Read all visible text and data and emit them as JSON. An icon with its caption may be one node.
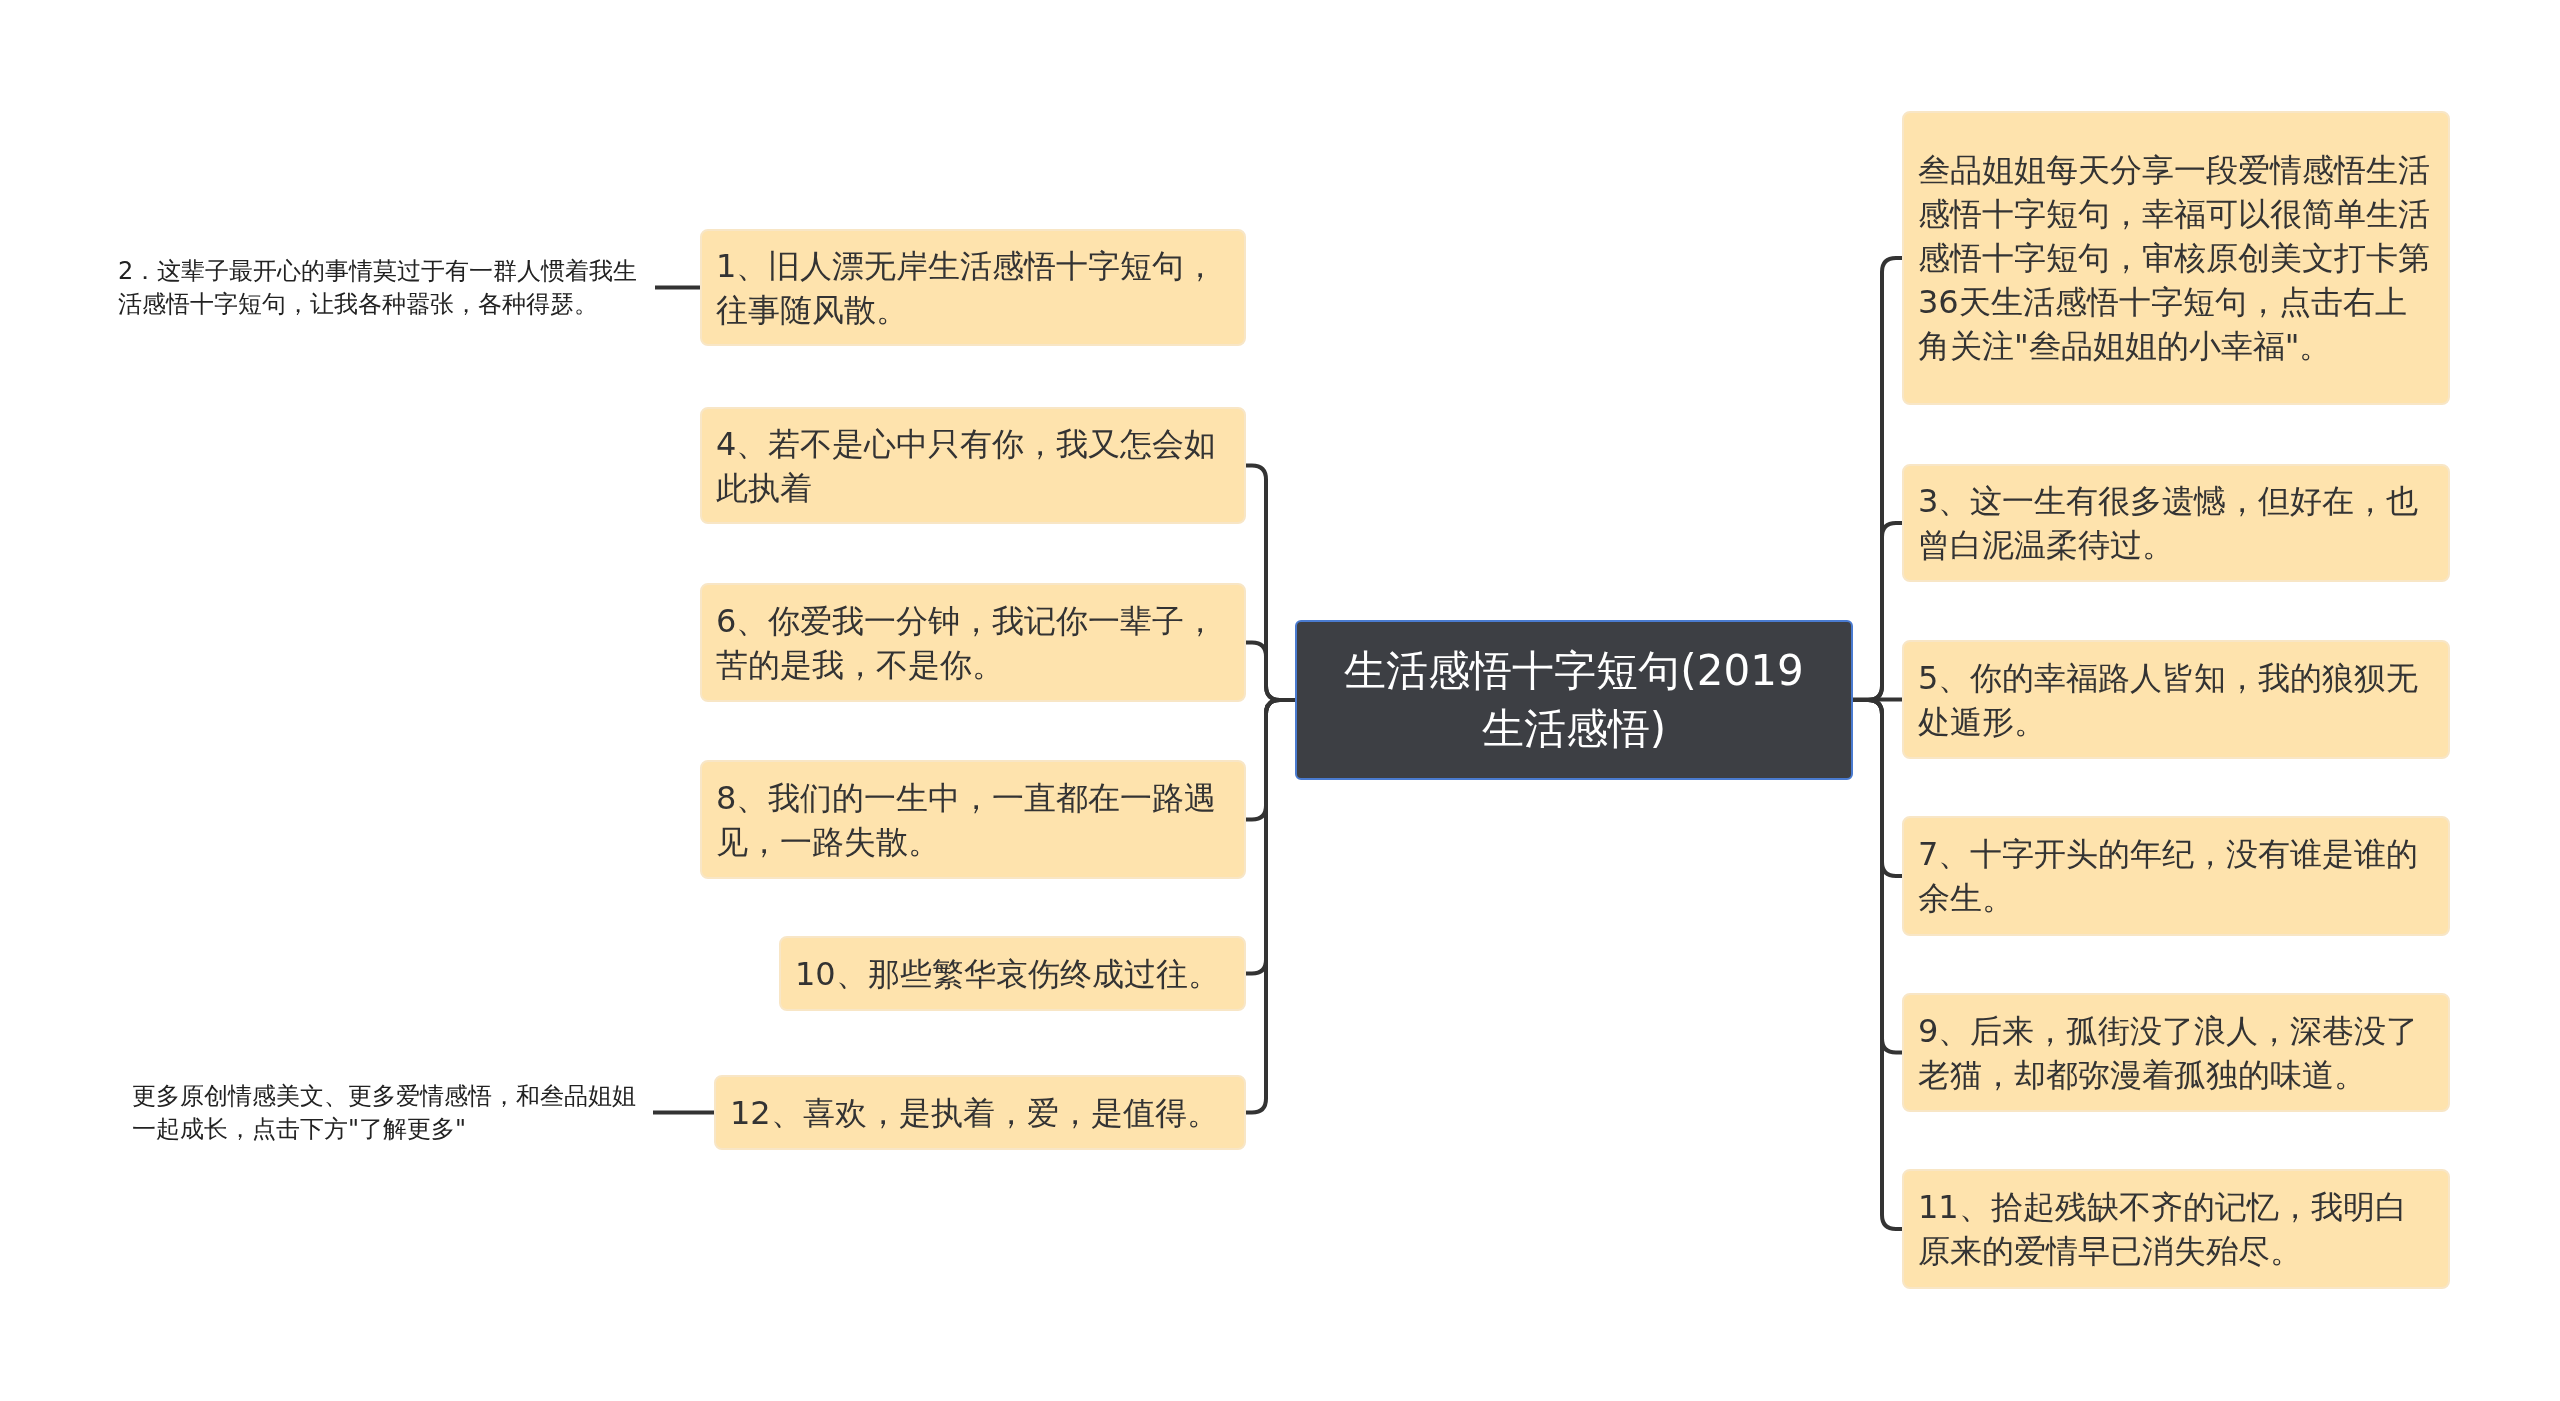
{
  "diagram": {
    "nodes": [
      {
        "text": [
          "生活感悟十字短句(2019 生活感悟)"
        ]
      },
      {
        "text": [
          "1、旧人漂无岸生活感悟十字短句，往事随风散。"
        ]
      },
      {
        "text": [
          "4、若不是心中只有你，我又怎会如此执着"
        ]
      },
      {
        "text": [
          "6、你爱我一分钟，我记你一辈子，苦的是我，不是你。"
        ]
      },
      {
        "text": [
          "8、我们的一生中，一直都在一路遇见，一路失散。"
        ]
      },
      {
        "text": [
          "10、那些繁华哀伤终成过往。"
        ]
      },
      {
        "text": [
          "12、喜欢，是执着，爱，是值得。"
        ]
      },
      {
        "text": [
          "2．这辈子最开心的事情莫过于有一群人惯着我生活感悟十字短句，让我各种嚣张，各种得瑟。"
        ]
      },
      {
        "text": [
          "更多原创情感美文、更多爱情感悟，和叁品姐姐一起成长，点击下方\"了解更多\""
        ]
      },
      {
        "text": [
          "叁品姐姐每天分享一段爱情感悟生活感悟十字短句，幸福可以很简单生活感悟十字短句，审核原创美文打卡第36天生活感悟十字短句，点击右上角关注\"叁品姐姐的小幸福\"。"
        ]
      },
      {
        "text": [
          "3、这一生有很多遗憾，但好在，也曾白泥温柔待过。"
        ]
      },
      {
        "text": [
          "5、你的幸福路人皆知，我的狼狈无处遁形。"
        ]
      },
      {
        "text": [
          "7、十字开头的年纪，没有谁是谁的余生。"
        ]
      },
      {
        "text": [
          "9、后来，孤街没了浪人，深巷没了老猫，却都弥漫着孤独的味道。"
        ]
      },
      {
        "text": [
          "11、拾起残缺不齐的记忆，我明白原来的爱情早已消失殆尽。"
        ]
      }
    ],
    "edges": [
      {
        "from": 0,
        "to": 2,
        "arrow": "none"
      },
      {
        "from": 0,
        "to": 3,
        "arrow": "none"
      },
      {
        "from": 0,
        "to": 4,
        "arrow": "none"
      },
      {
        "from": 0,
        "to": 5,
        "arrow": "none"
      },
      {
        "from": 0,
        "to": 6,
        "arrow": "none"
      },
      {
        "from": 0,
        "to": 9,
        "arrow": "none"
      },
      {
        "from": 0,
        "to": 10,
        "arrow": "none"
      },
      {
        "from": 0,
        "to": 11,
        "arrow": "none"
      },
      {
        "from": 0,
        "to": 12,
        "arrow": "none"
      },
      {
        "from": 0,
        "to": 13,
        "arrow": "none"
      },
      {
        "from": 0,
        "to": 14,
        "arrow": "none"
      },
      {
        "from": 7,
        "to": 1,
        "arrow": "none"
      },
      {
        "from": 8,
        "to": 6,
        "arrow": "none"
      }
    ]
  }
}
